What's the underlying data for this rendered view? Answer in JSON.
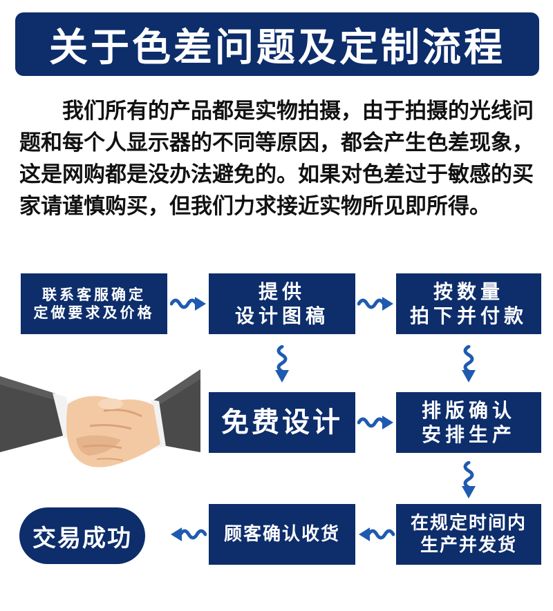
{
  "title": "关于色差问题及定制流程",
  "intro": "我们所有的产品都是实物拍摄，由于拍摄的光线问题和每个人显示器的不同等原因，都会产生色差现象，这是网购都是没办法避免的。如果对色差过于敏感的买家请谨慎购买，但我们力求接近实物所见即所得。",
  "steps": {
    "contact": [
      "联系客服确定",
      "定做要求及价格"
    ],
    "design_draft": [
      "提供",
      "设计图稿"
    ],
    "order": [
      "按数量",
      "拍下并付款"
    ],
    "free_design": [
      "免费设计"
    ],
    "confirm_layout": [
      "排版确认",
      "安排生产"
    ],
    "ship": [
      "在规定时间内",
      "生产并发货"
    ],
    "receive": [
      "顾客确认收货"
    ],
    "success": "交易成功"
  },
  "colors": {
    "navy": "#0d2d6b",
    "arrow": "#1e5bb0"
  },
  "icons": [
    "wavy-arrow-icon",
    "handshake-icon"
  ]
}
